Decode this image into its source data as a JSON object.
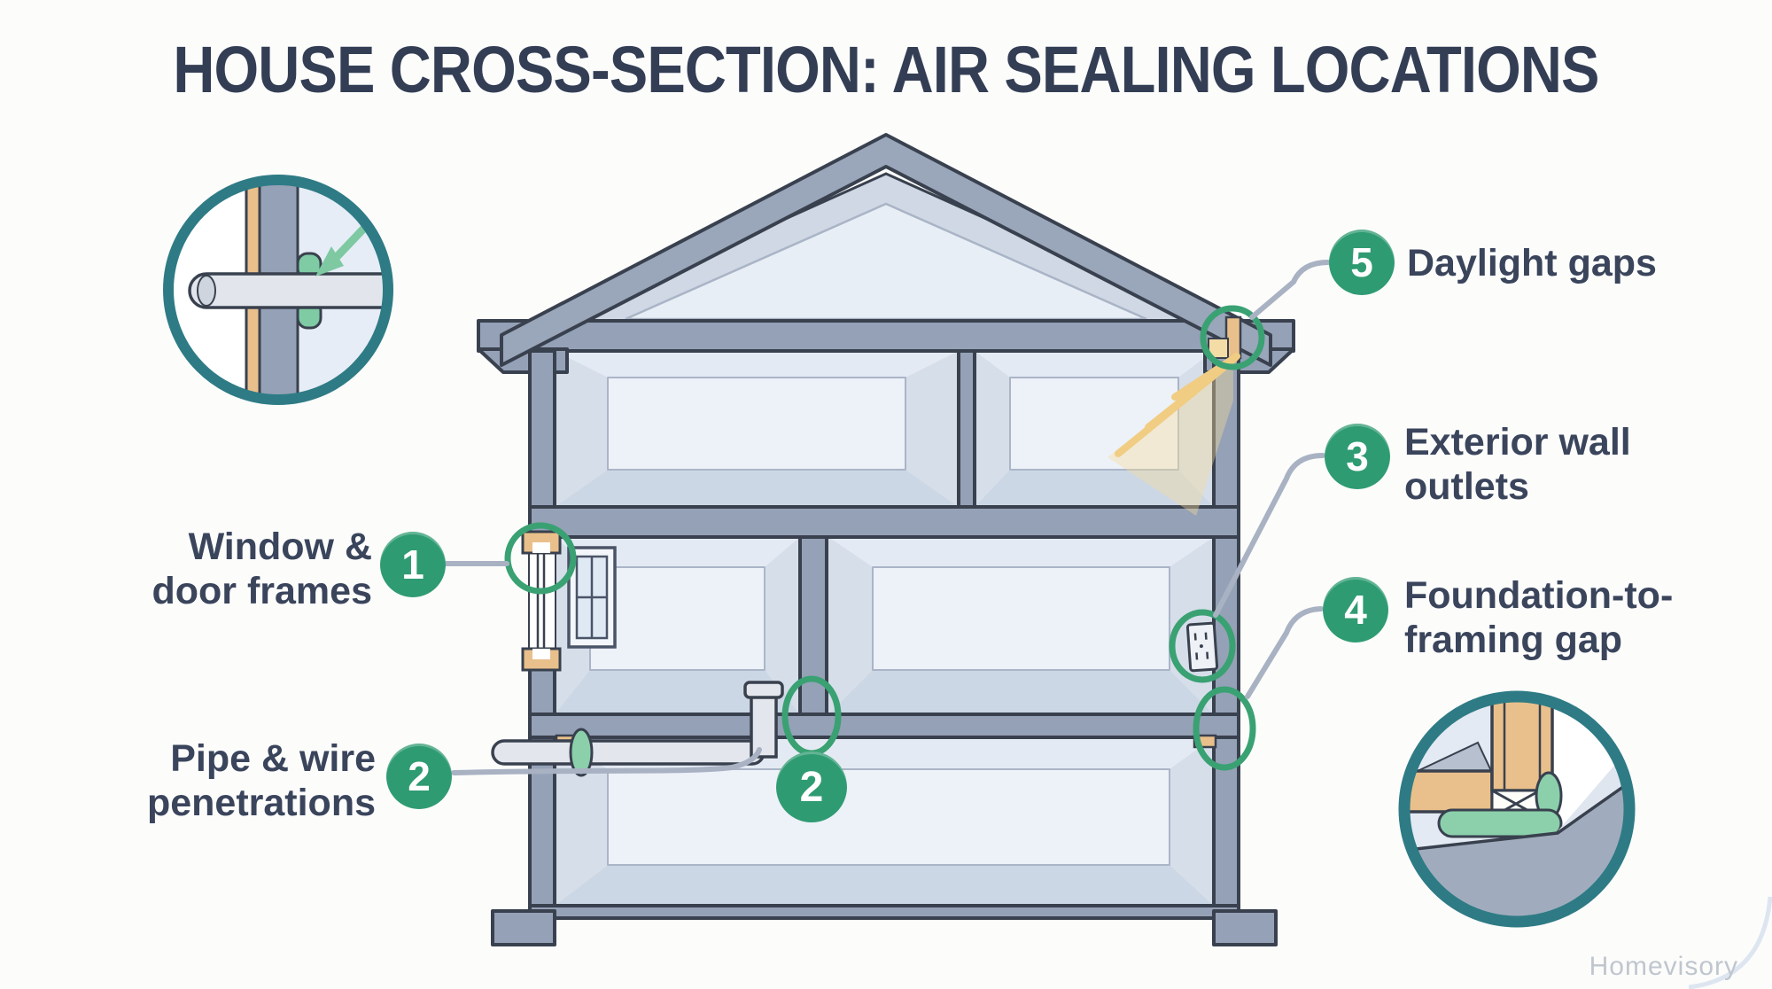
{
  "title": "HOUSE CROSS-SECTION: AIR SEALING LOCATIONS",
  "watermark": "Homevisory",
  "callouts": [
    {
      "number": "1",
      "line1": "Window &",
      "line2": "door frames"
    },
    {
      "number": "2",
      "line1": "Pipe & wire",
      "line2": "penetrations"
    },
    {
      "number": "3",
      "line1": "Exterior wall",
      "line2": "outlets"
    },
    {
      "number": "4",
      "line1": "Foundation-to-",
      "line2": "framing gap"
    },
    {
      "number": "5",
      "line1": "Daylight gaps",
      "line2": ""
    }
  ],
  "colors": {
    "background": "#fcfcfb",
    "title_navy": "#333e55",
    "label_navy": "#3a455c",
    "badge_green": "#2f9b72",
    "ring_green": "#3aa173",
    "seal_green": "#8bd0ab",
    "inset_teal": "#2e7b85",
    "wall_gray": "#95a1b6",
    "roof_gray": "#9aa6ba",
    "room_fill": "#dde4ee",
    "room_back": "#edf1f8",
    "floor_fill": "#ccd7e5",
    "wood_tan": "#e9c08b",
    "daylight_yellow": "#f0cd82",
    "connector_gray": "#a8b2c3",
    "outline_dark": "#39414f",
    "watermark_gray": "#c0c6ce"
  }
}
